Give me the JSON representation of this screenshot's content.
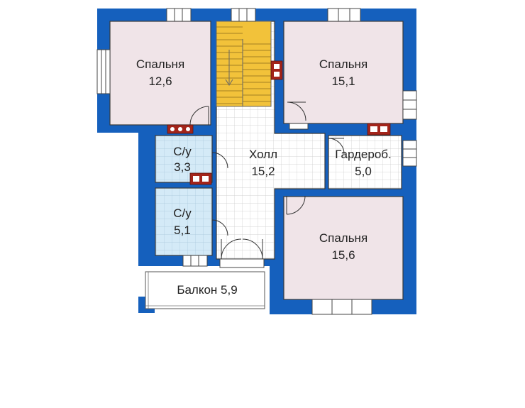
{
  "plan": {
    "rooms": [
      {
        "id": "bedroom-1",
        "name": "Спальня",
        "area": "12,6"
      },
      {
        "id": "bedroom-2",
        "name": "Спальня",
        "area": "15,1"
      },
      {
        "id": "bathroom-1",
        "name": "С/у",
        "area": "3,3"
      },
      {
        "id": "hall",
        "name": "Холл",
        "area": "15,2"
      },
      {
        "id": "wardrobe",
        "name": "Гардероб.",
        "area": "5,0"
      },
      {
        "id": "bathroom-2",
        "name": "С/у",
        "area": "5,1"
      },
      {
        "id": "bedroom-3",
        "name": "Спальня",
        "area": "15,6"
      }
    ],
    "balcony": {
      "label": "Балкон 5,9"
    },
    "colors": {
      "wall": "#1560bd",
      "bedroom": "#f0e4e8",
      "bathroom": "#d4eaf7",
      "hall": "#ffffff",
      "stairs": "#f2c23a",
      "vent": "#a3241a"
    }
  }
}
